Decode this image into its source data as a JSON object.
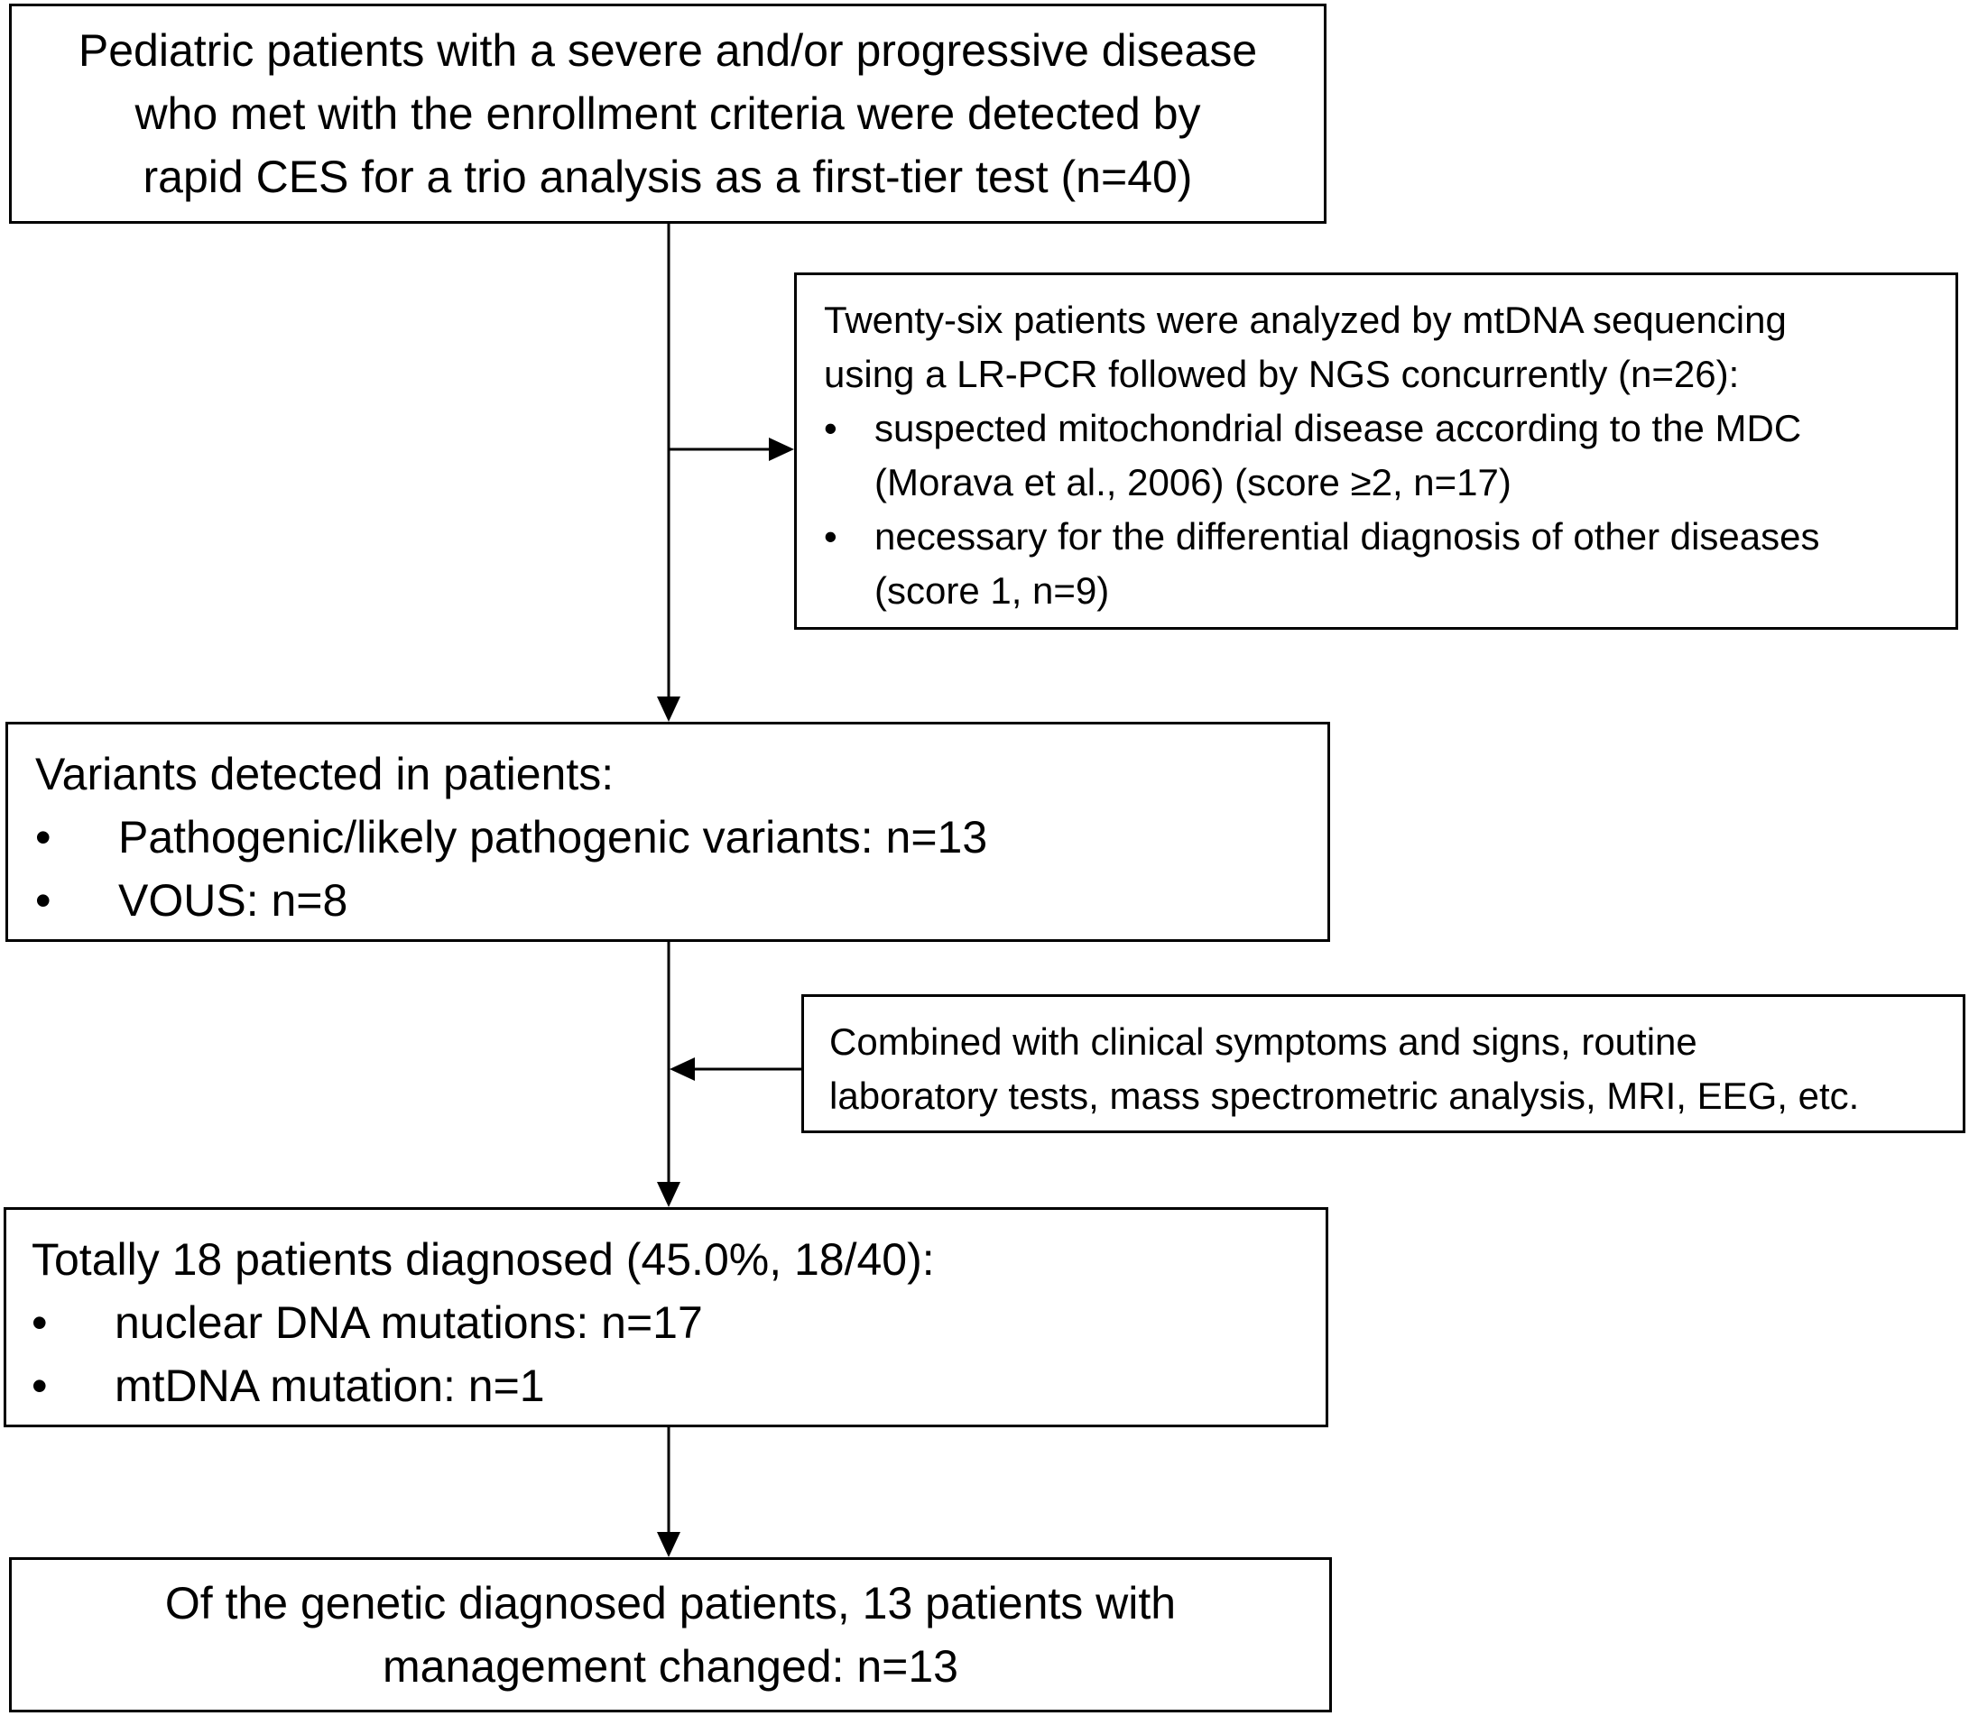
{
  "box1": {
    "lines": [
      "Pediatric patients with a severe and/or progressive disease",
      "who met with the enrollment criteria were detected by",
      "rapid CES for a trio analysis as a first-tier test (n=40)"
    ]
  },
  "box2": {
    "intro": [
      "Twenty-six patients  were analyzed by mtDNA sequencing",
      "using a LR-PCR followed by NGS concurrently (n=26):"
    ],
    "bullets": [
      {
        "line1": "suspected mitochondrial disease according to the MDC",
        "line2": "(Morava et al., 2006) (score ≥2, n=17)"
      },
      {
        "line1": "necessary for the differential diagnosis of other diseases",
        "line2": "(score 1, n=9)"
      }
    ]
  },
  "box3": {
    "heading": "Variants detected in patients:",
    "bullets": [
      "Pathogenic/likely pathogenic variants: n=13",
      "VOUS: n=8"
    ]
  },
  "box4": {
    "lines": [
      "Combined with clinical symptoms and signs, routine",
      "laboratory tests, mass spectrometric analysis, MRI, EEG, etc."
    ]
  },
  "box5": {
    "heading": "Totally 18 patients diagnosed (45.0%, 18/40):",
    "bullets": [
      "nuclear DNA mutations: n=17",
      "mtDNA mutation: n=1"
    ]
  },
  "box6": {
    "lines": [
      "Of the genetic diagnosed patients, 13 patients with",
      "management changed: n=13"
    ]
  },
  "bullet_glyph": "•",
  "colors": {
    "stroke": "#000000",
    "background": "#ffffff"
  }
}
